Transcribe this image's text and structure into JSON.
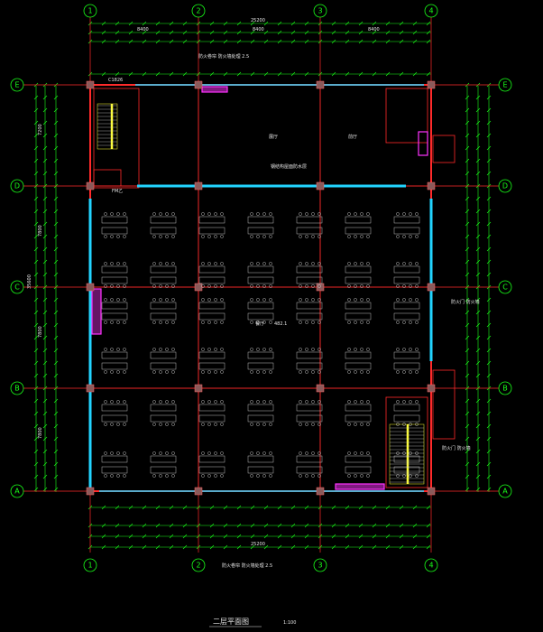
{
  "axes": {
    "columns": [
      "1",
      "2",
      "3",
      "4"
    ],
    "rows": [
      "E",
      "D",
      "C",
      "B",
      "A"
    ]
  },
  "dimensions": {
    "overall": "25200",
    "bays": [
      "8400",
      "8400",
      "8400"
    ],
    "depth": "35600",
    "row_bays": [
      "7200",
      "7800",
      "7800",
      "7800"
    ]
  },
  "rooms": {
    "top_hall": "展厅",
    "top_right": "前厅",
    "main_hall": "餐厅",
    "main_hall_area": "482.1"
  },
  "labels": {
    "beam_note_top": "防火卷帘 防火墙处理 2.5",
    "beam_note_mid": "钢结构屋面防水层",
    "right_note_1": "防火门 防火墙",
    "right_note_2": "防火门 防火墙",
    "bottom_note": "防火卷帘 防火墙处理 2.5",
    "door_fm": "FM乙",
    "window_c": "C1826"
  },
  "title": {
    "drawing_name": "二层平面图",
    "scale": "1:100"
  },
  "colors": {
    "grid": "#19ff19",
    "wall": "#ff2a2a",
    "glass": "#22d4ff",
    "text": "#e8e8e8",
    "magenta": "#ff33ff",
    "stair": "#ffff33"
  }
}
